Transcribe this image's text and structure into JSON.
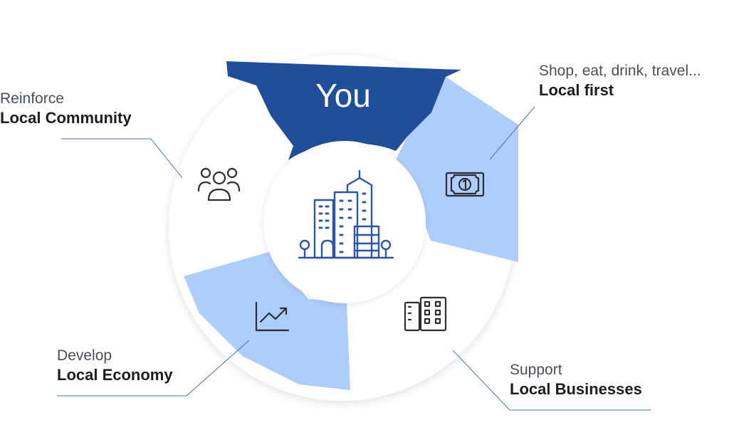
{
  "center_label": "You",
  "colors": {
    "dark_blue": "#214e98",
    "light_blue": "#adcdfb",
    "white_segment": "#ffffff",
    "icon_stroke": "#2c2e33",
    "building_icon": "#2c56a8",
    "leader_line": "#4a72b3"
  },
  "callouts": {
    "shop": {
      "line1": "Shop, eat, drink, travel...",
      "line2": "Local first",
      "icon": "money-bill-icon"
    },
    "business": {
      "line1": "Support",
      "line2": "Local Businesses",
      "icon": "office-buildings-icon"
    },
    "economy": {
      "line1": "Develop",
      "line2": "Local Economy",
      "icon": "growth-chart-icon"
    },
    "community": {
      "line1": "Reinforce",
      "line2": "Local Community",
      "icon": "people-group-icon"
    }
  },
  "center_icon": "city-skyline-icon"
}
